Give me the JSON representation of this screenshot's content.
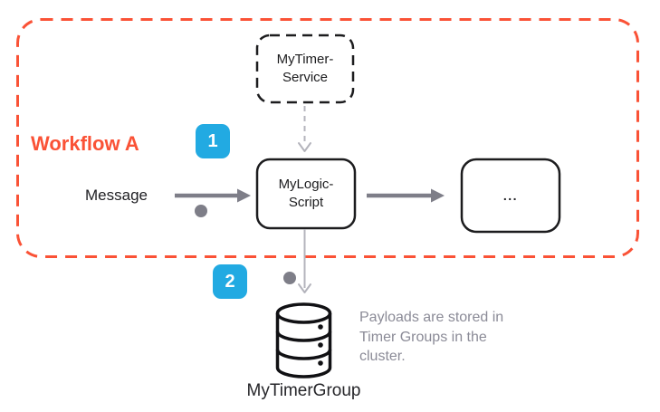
{
  "diagram": {
    "workflow_label": "Workflow A",
    "step1_badge": "1",
    "step2_badge": "2",
    "message_label": "Message",
    "timer_service": {
      "line1": "MyTimer-",
      "line2": "Service"
    },
    "logic_script": {
      "line1": "MyLogic-",
      "line2": "Script"
    },
    "ellipsis_label": "...",
    "timer_group_label": "MyTimerGroup",
    "note": "Payloads are stored in Timer Groups in the cluster.",
    "colors": {
      "workflow_border": "#fa5236",
      "badge_blue": "#22aae2",
      "arrow_gray": "#7e7e88",
      "light_arrow_gray": "#b4b4bc",
      "note_gray": "#8b8b97",
      "shape_black": "#1c1c1e"
    }
  }
}
